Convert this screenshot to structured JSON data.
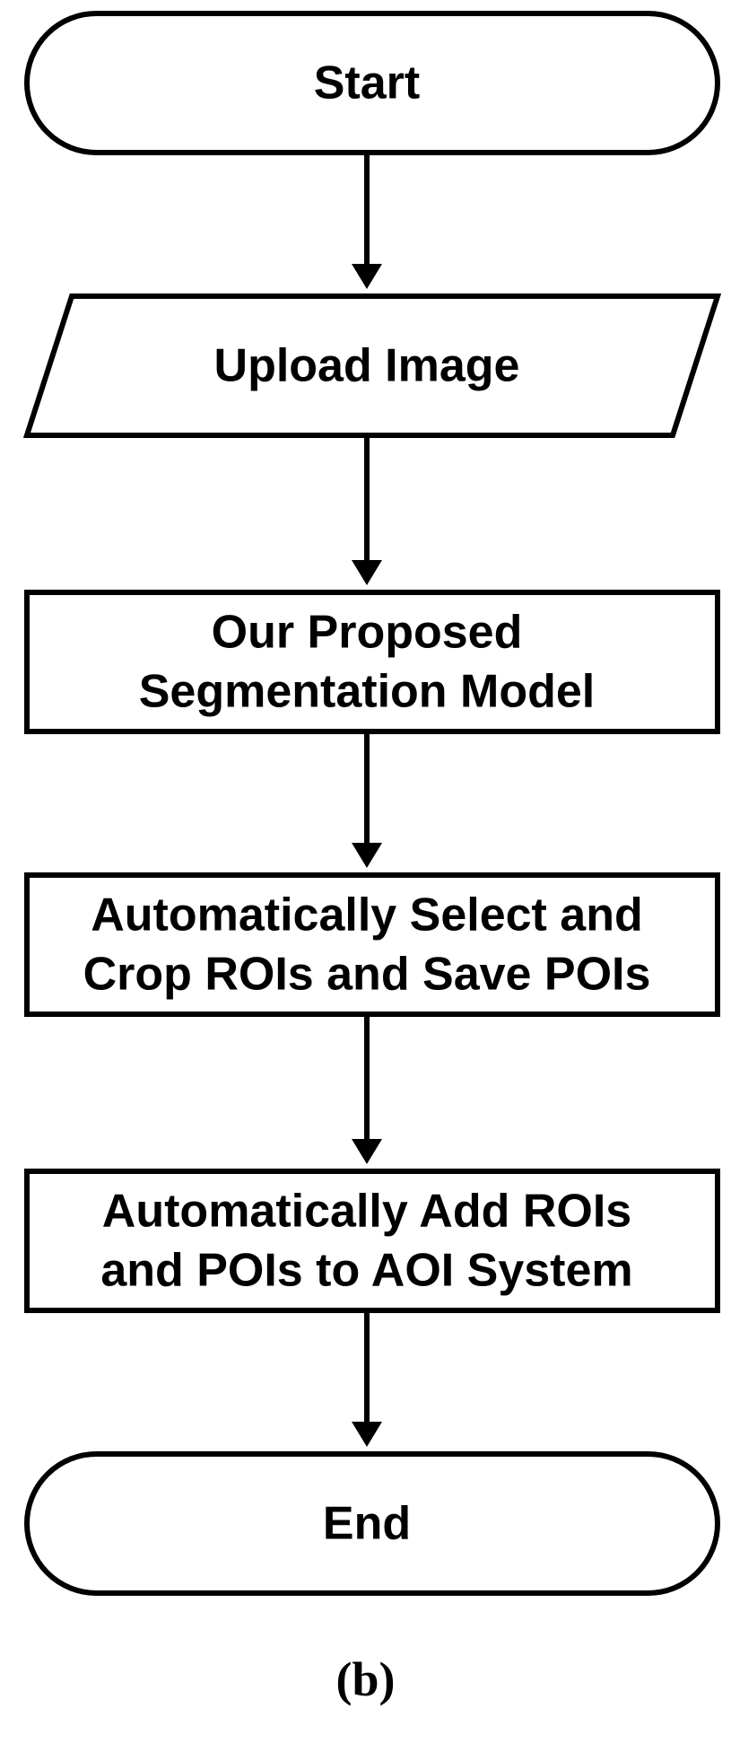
{
  "diagram": {
    "nodes": [
      {
        "id": "start",
        "shape": "terminal",
        "lines": [
          "Start"
        ]
      },
      {
        "id": "upload",
        "shape": "parallelogram",
        "lines": [
          "Upload Image"
        ]
      },
      {
        "id": "segment",
        "shape": "process",
        "lines": [
          "Our Proposed",
          "Segmentation Model"
        ]
      },
      {
        "id": "select",
        "shape": "process",
        "lines": [
          "Automatically Select and",
          "Crop ROIs and Save POIs"
        ]
      },
      {
        "id": "add",
        "shape": "process",
        "lines": [
          "Automatically Add ROIs",
          "and POIs to AOI System"
        ]
      },
      {
        "id": "end",
        "shape": "terminal",
        "lines": [
          "End"
        ]
      }
    ],
    "edges": [
      {
        "from": "start",
        "to": "upload"
      },
      {
        "from": "upload",
        "to": "segment"
      },
      {
        "from": "segment",
        "to": "select"
      },
      {
        "from": "select",
        "to": "add"
      },
      {
        "from": "add",
        "to": "end"
      }
    ],
    "stroke_color": "#000000",
    "fill_color": "#ffffff"
  },
  "caption": "(b)"
}
